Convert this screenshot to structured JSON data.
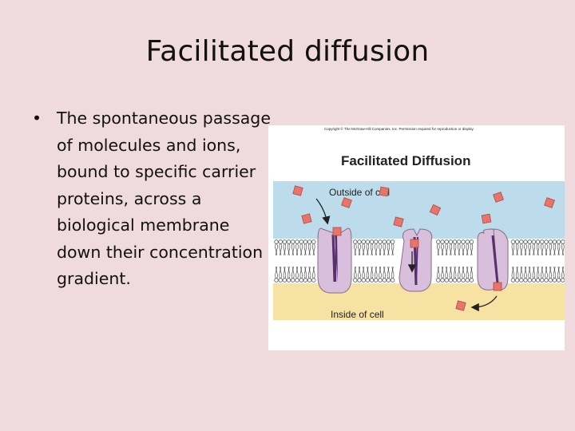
{
  "slide": {
    "title": "Facilitated diffusion",
    "bullet": "The spontaneous passage of molecules and ions, bound to specific carrier proteins, across a biological membrane down their concentration gradient."
  },
  "figure": {
    "copyright": "Copyright © The McGraw-Hill Companies, Inc. Permission required for reproduction or display.",
    "title": "Facilitated Diffusion",
    "outside_label": "Outside of cell",
    "inside_label": "Inside of cell",
    "colors": {
      "outside": "#bcdcec",
      "inside": "#f6e3a4",
      "protein": "#d8bfdc",
      "molecule": "#e8746a"
    }
  }
}
